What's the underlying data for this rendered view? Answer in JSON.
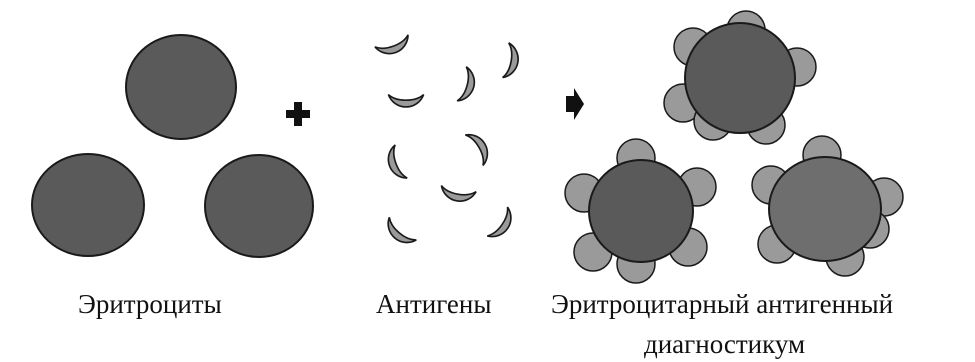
{
  "labels": {
    "erythrocytes": "Эритроциты",
    "antigens": "Антигены",
    "diagnosticum_line1": "Эритроцитарный антигенный",
    "diagnosticum_line2": "диагностикум"
  },
  "colors": {
    "erythrocyte_fill": "#5a5a5a",
    "antigen_fill": "#9a9a9a",
    "outline": "#1a1a1a",
    "background": "#ffffff"
  },
  "icons": {
    "plus": "plus-sign",
    "arrow": "right-arrow"
  }
}
